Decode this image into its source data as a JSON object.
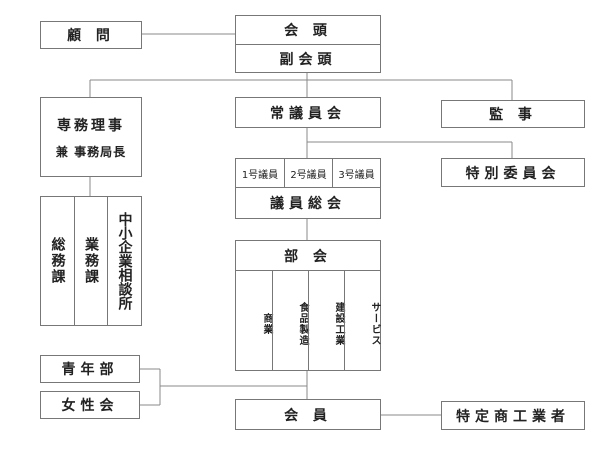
{
  "top": {
    "chairman": "会 頭",
    "vice_chairman": "副会頭",
    "advisor": "顧 問"
  },
  "middle": {
    "executive_director": "専務理事",
    "executive_director_sub": "兼 事務局長",
    "standing_council": "常議員会",
    "auditor": "監 事"
  },
  "council": {
    "grades": [
      "1号議員",
      "2号議員",
      "3号議員"
    ],
    "general_assembly": "議員総会",
    "special_committee": "特別委員会"
  },
  "secretariat": {
    "units": [
      "総務課",
      "業務課",
      "中小企業相談所"
    ]
  },
  "divisions": {
    "title": "部 会",
    "items": [
      "商業",
      "食品製造",
      "建設工業",
      "サービス"
    ]
  },
  "bottom": {
    "youth": "青年部",
    "women": "女性会",
    "members": "会 員",
    "specified_businesses": "特定商工業者"
  }
}
